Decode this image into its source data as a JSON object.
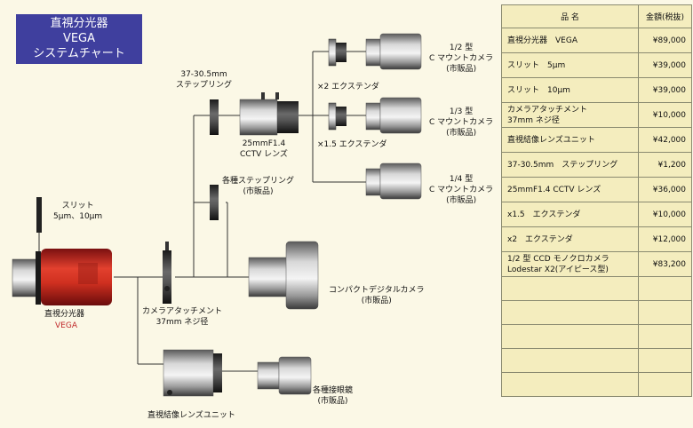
{
  "title": {
    "line1": "直視分光器",
    "line2": "VEGA",
    "line3": "システムチャート"
  },
  "labels": {
    "ring": "37-30.5mm\nステップリング",
    "lens": "25mmF1.4\nCCTV レンズ",
    "ext2": "×2 エクステンダ",
    "ext15": "×1.5 エクステンダ",
    "cam12": "1/2 型\nC マウントカメラ\n(市販品)",
    "cam13": "1/3 型\nC マウントカメラ\n(市販品)",
    "cam14": "1/4 型\nC マウントカメラ\n(市販品)",
    "various_ring": "各種ステップリング\n(市販品)",
    "slit": "スリット\n5μm、10μm",
    "vega_name": "直視分光器",
    "vega_model": "VEGA",
    "attachment": "カメラアタッチメント\n37mm ネジ径",
    "compact": "コンパクトデジタルカメラ\n(市販品)",
    "relay": "直視結像レンズユニット",
    "eyepiece": "各種接眼鏡\n(市販品)"
  },
  "table": {
    "headers": {
      "name": "品 名",
      "price": "金額(税抜)"
    },
    "rows": [
      {
        "name": "直視分光器　VEGA",
        "price": "¥89,000"
      },
      {
        "name": "スリット　5μm",
        "price": "¥39,000"
      },
      {
        "name": "スリット　10μm",
        "price": "¥39,000"
      },
      {
        "name": "カメラアタッチメント\n37mm ネジ径",
        "price": "¥10,000"
      },
      {
        "name": "直視結像レンズユニット",
        "price": "¥42,000"
      },
      {
        "name": "37-30.5mm　ステップリング",
        "price": "¥1,200"
      },
      {
        "name": "25mmF1.4 CCTV レンズ",
        "price": "¥36,000"
      },
      {
        "name": "x1.5　エクステンダ",
        "price": "¥10,000"
      },
      {
        "name": "x2　エクステンダ",
        "price": "¥12,000"
      },
      {
        "name": "1/2 型 CCD モノクロカメラ\nLodestar X2(アイピース型)",
        "price": "¥83,200"
      }
    ]
  },
  "colors": {
    "accent": "#3F3F9E",
    "vega_red": "#C0282A",
    "background": "#FBF8E6"
  }
}
